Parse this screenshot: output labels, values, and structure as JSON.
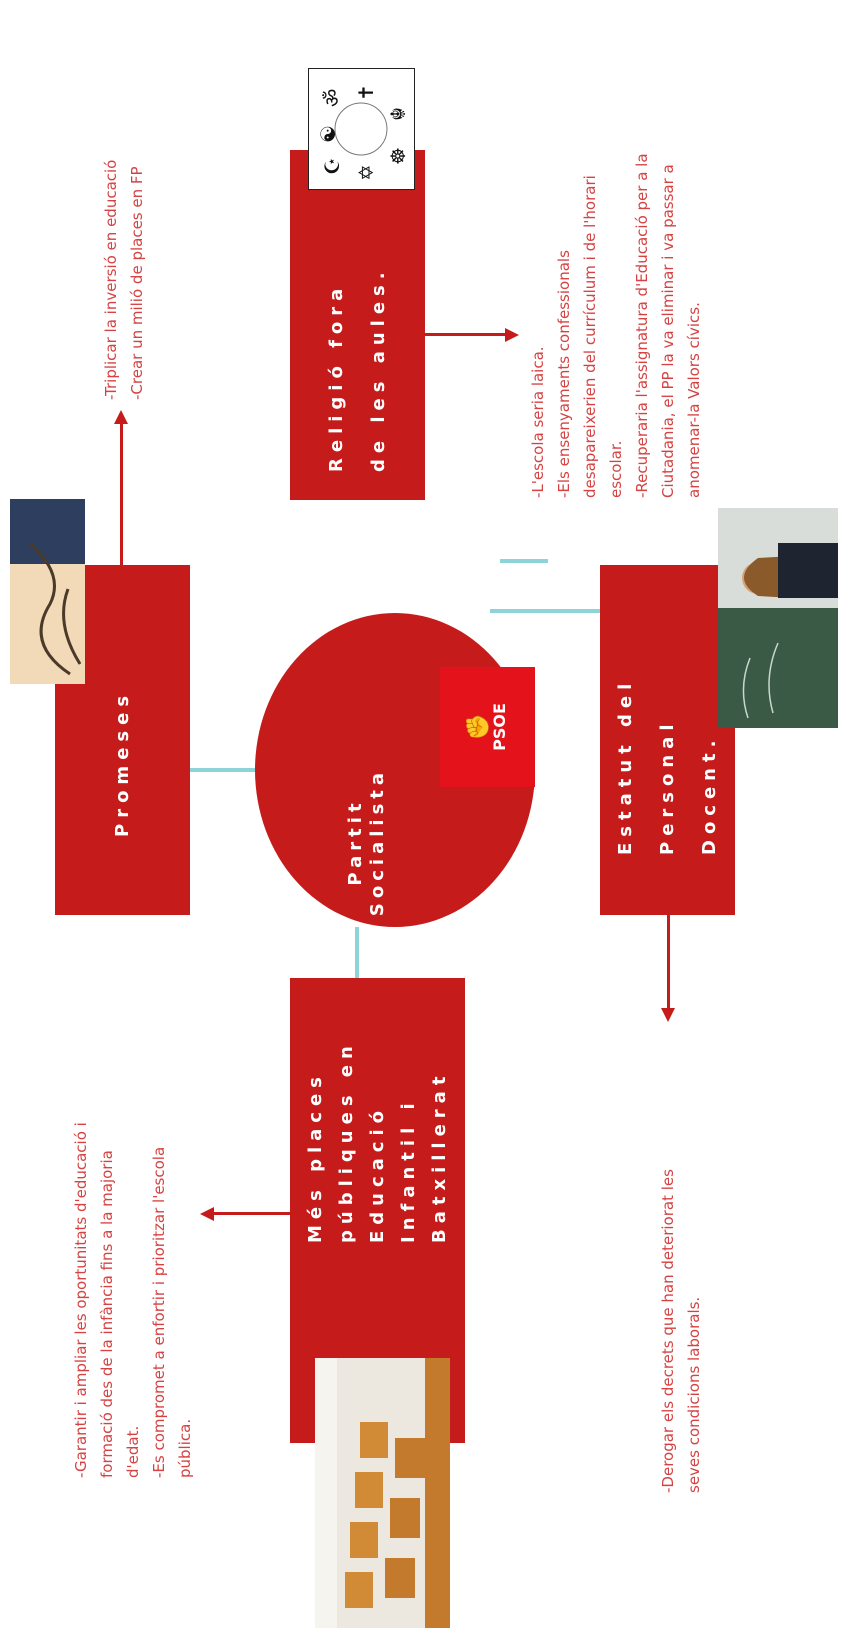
{
  "center": {
    "title_line1": "Partit",
    "title_line2": "Socialista",
    "logo_text": "PSOE"
  },
  "boxes": {
    "promeses": {
      "lines": [
        "Promeses"
      ]
    },
    "religio": {
      "lines": [
        "Religió fora",
        "de les aules."
      ]
    },
    "estatut": {
      "lines": [
        "Estatut del",
        "Personal",
        "Docent."
      ]
    },
    "places": {
      "lines": [
        "Més places",
        "públiques en",
        "Educació",
        "Infantil i",
        "Batxillerat"
      ]
    }
  },
  "descriptions": {
    "promeses": [
      "-Triplicar la inversió en educació",
      "-Crear un milió de places en FP"
    ],
    "religio": [
      "-L'escola seria laica.",
      "-Els ensenyaments confessionals",
      "desapareixerien del currículum i de l'horari",
      "escolar.",
      "-Recuperaria l'assignatura d'Educació per a la",
      "Ciutadania, el PP la va eliminar i va passar a",
      "anomenar-la Valors cívics."
    ],
    "estatut": [
      "-Derogar els decrets que han deteriorat les",
      "seves condicions laborals."
    ],
    "places": [
      "-Garantir i ampliar les oportunitats d'educació i",
      "formació des de la infància fins a la majoria",
      "d'edat.",
      "-Es compromet a enfortir i prioritzar l'escola",
      "pública."
    ]
  },
  "colors": {
    "red": "#c51b1b",
    "text_red": "#d64242",
    "connector": "#8dd4d8",
    "psoe_red": "#e3121b"
  },
  "icons": {
    "promeses": "pinky-promise-image",
    "religio": "religion-symbols-image",
    "estatut": "teacher-photo",
    "places": "classroom-photo"
  }
}
